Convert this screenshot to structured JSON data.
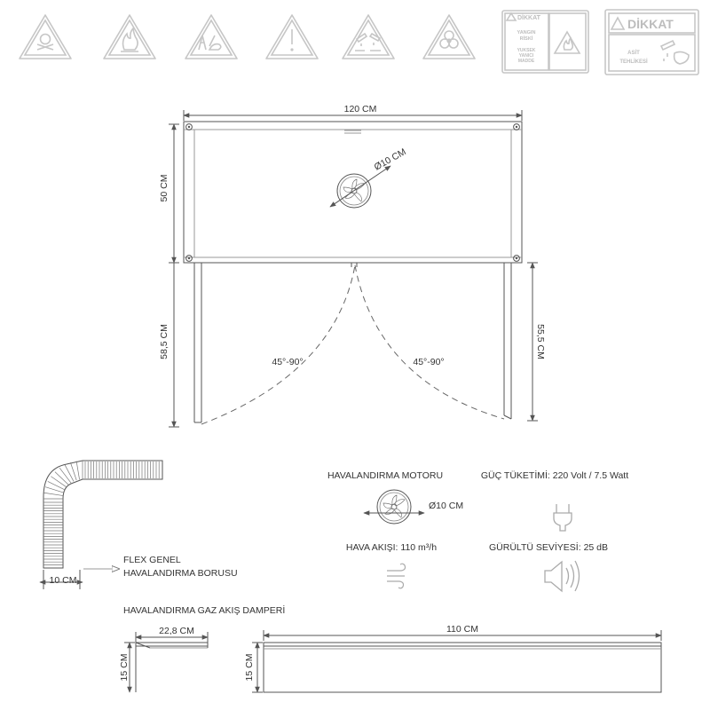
{
  "signs": {
    "dikkat_small_header": "DİKKAT",
    "dikkat_small_line1": "YANGIN",
    "dikkat_small_line2": "RİSKİ",
    "dikkat_small_line3": "YUKSEK",
    "dikkat_small_line4": "YANICI",
    "dikkat_small_line5": "MADDE",
    "dikkat_large_header": "DİKKAT",
    "dikkat_large_line1": "ASİT",
    "dikkat_large_line2": "TEHLİKESİ"
  },
  "cabinet": {
    "width_label": "120 CM",
    "upper_height_label": "50 CM",
    "lower_left_label": "58,5 CM",
    "lower_right_label": "55,5 CM",
    "fan_diameter_label": "Ø10 CM",
    "left_door_angle": "45°-90°",
    "right_door_angle": "45°-90°"
  },
  "flex_hose": {
    "width_label": "10 CM",
    "name_line1": "FLEX GENEL",
    "name_line2": "HAVALANDIRMA BORUSU"
  },
  "specs": {
    "motor_title": "HAVALANDIRMA MOTORU",
    "motor_diameter": "Ø10 CM",
    "power_label": "GÜÇ TÜKETİMİ: 220 Volt / 7.5 Watt",
    "airflow_label": "HAVA AKIŞI: 110 m³/h",
    "noise_label": "GÜRÜLTÜ SEVİYESİ: 25 dB"
  },
  "damper": {
    "title": "HAVALANDIRMA GAZ AKIŞ DAMPERİ",
    "angle_width_label": "22,8 CM",
    "angle_height_label": "15 CM",
    "bar_width_label": "110 CM",
    "bar_height_label": "15 CM"
  }
}
